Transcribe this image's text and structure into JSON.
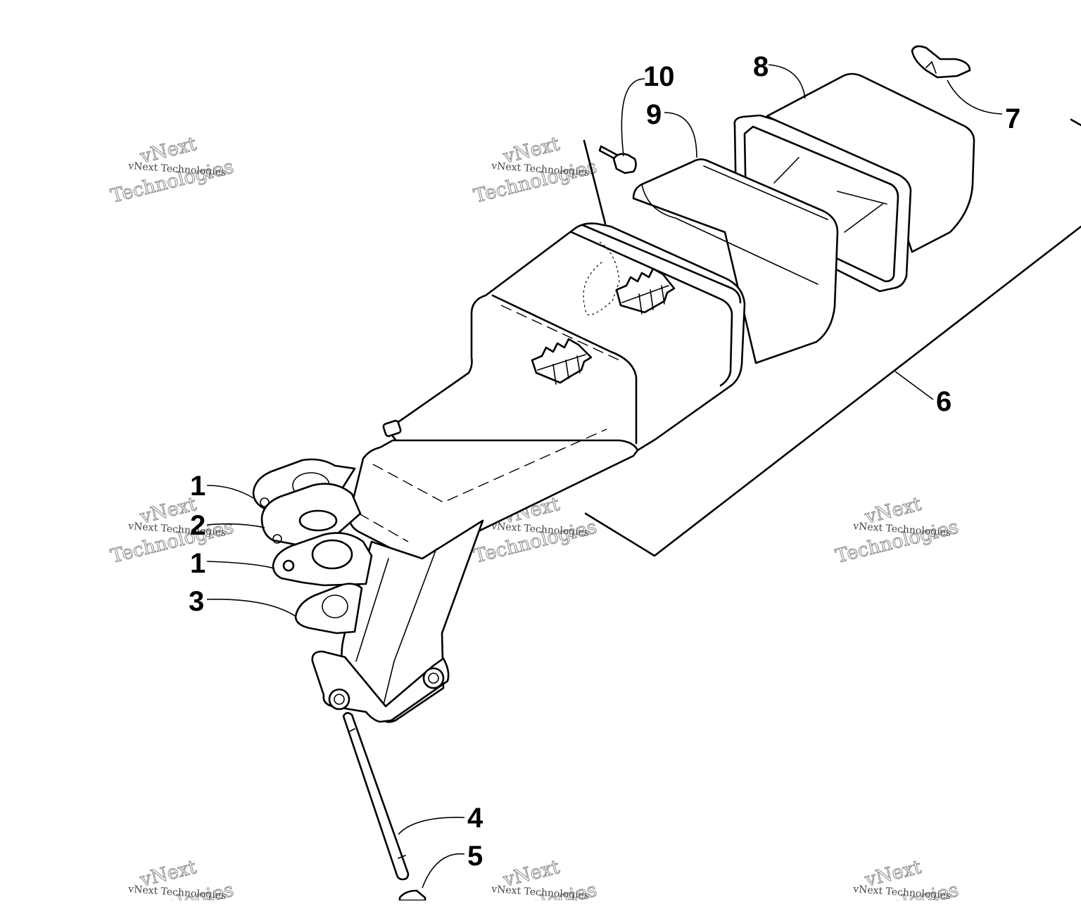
{
  "diagram": {
    "callouts": [
      {
        "id": "c1a",
        "label": "1"
      },
      {
        "id": "c2",
        "label": "2"
      },
      {
        "id": "c1b",
        "label": "1"
      },
      {
        "id": "c3",
        "label": "3"
      },
      {
        "id": "c4",
        "label": "4"
      },
      {
        "id": "c5",
        "label": "5"
      },
      {
        "id": "c6",
        "label": "6"
      },
      {
        "id": "c7",
        "label": "7"
      },
      {
        "id": "c8",
        "label": "8"
      },
      {
        "id": "c9",
        "label": "9"
      },
      {
        "id": "c10",
        "label": "10"
      }
    ],
    "watermark": {
      "line_small": "vNext Technologies",
      "line_large_1": "vNext",
      "line_large_2": "Technologies"
    }
  }
}
